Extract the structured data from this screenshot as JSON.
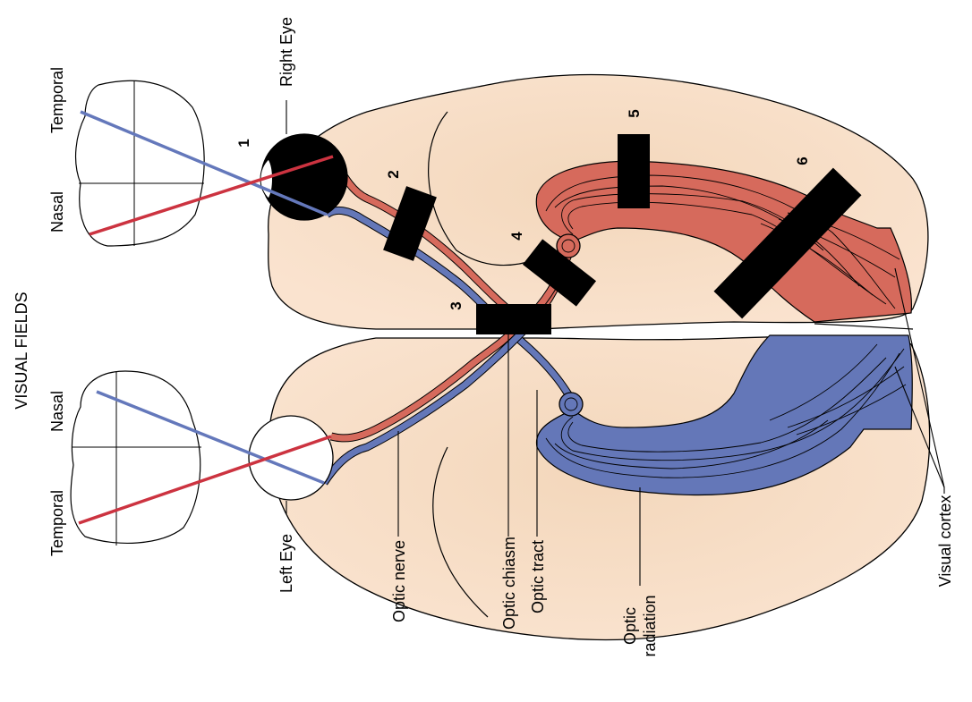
{
  "heading": "VISUAL FIELDS",
  "fields": {
    "right_eye": {
      "outer": "Temporal",
      "inner": "Nasal"
    },
    "left_eye": {
      "inner": "Nasal",
      "outer": "Temporal"
    }
  },
  "eyes": {
    "right": "Right Eye",
    "left": "Left Eye"
  },
  "labels": {
    "optic_nerve": "Optic nerve",
    "optic_chiasm": "Optic chiasm",
    "optic_tract": "Optic tract",
    "optic_radiation_1": "Optic",
    "optic_radiation_2": "radiation",
    "visual_cortex": "Visual cortex"
  },
  "lesions": [
    "1",
    "2",
    "3",
    "4",
    "5",
    "6"
  ],
  "colors": {
    "brain": "#f8dcc4",
    "temporal_pathway": "#d66a5c",
    "nasal_pathway": "#6477b8",
    "temporal_ray": "#cc3340",
    "nasal_ray": "#6478bb",
    "lesion": "#000000"
  }
}
